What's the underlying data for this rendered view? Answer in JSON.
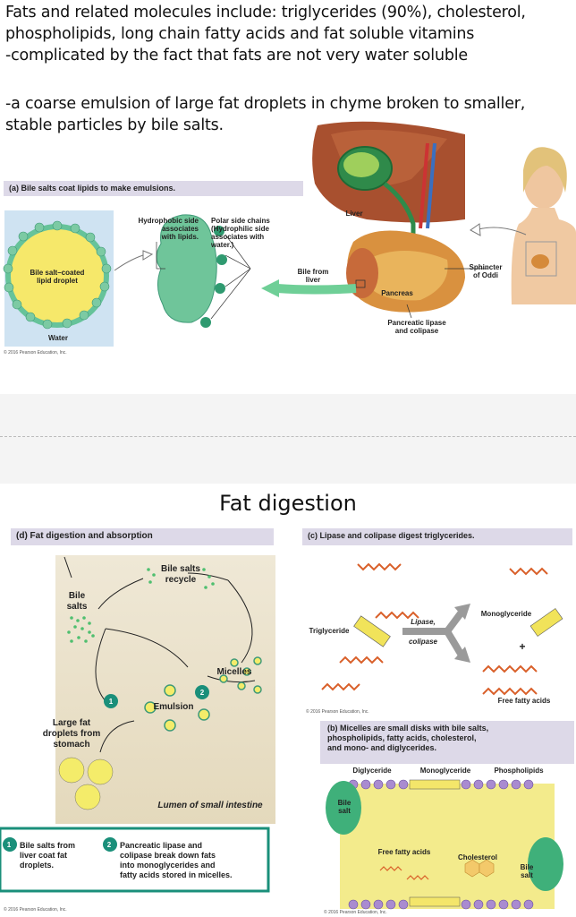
{
  "slide1": {
    "intro_line1": "Fats and related molecules include: triglycerides (90%), cholesterol,",
    "intro_line2": "phospholipids, long chain fatty acids and fat soluble vitamins",
    "intro_line3": "-complicated by the fact that fats are not very water soluble",
    "emul_line1": "-a coarse emulsion of large fat droplets in chyme broken to smaller,",
    "emul_line2": "stable particles by bile salts.",
    "panel_a_title": "(a) Bile salts coat lipids to make emulsions.",
    "droplet_label_1": "Bile salt–coated",
    "droplet_label_2": "lipid droplet",
    "water_label": "Water",
    "hydrophobic_1": "Hydrophobic side",
    "hydrophobic_2": "associates",
    "hydrophobic_3": "with lipids.",
    "polar_1": "Polar side chains",
    "polar_2": "(Hydrophilic side",
    "polar_3": "associates with",
    "polar_4": "water.)",
    "liver_label": "Liver",
    "bile_from_1": "Bile from",
    "bile_from_2": "liver",
    "pancreas_label": "Pancreas",
    "sphincter_1": "Sphincter",
    "sphincter_2": "of Oddi",
    "lipase_1": "Pancreatic lipase",
    "lipase_2": "and colipase",
    "copyright": "© 2016 Pearson Education, Inc."
  },
  "slide2": {
    "title": "Fat digestion",
    "panel_d_title": "(d) Fat digestion and absorption",
    "panel_c_title": "(c) Lipase and colipase digest triglycerides.",
    "bile_salts_1": "Bile",
    "bile_salts_2": "salts",
    "recycle_1": "Bile salts",
    "recycle_2": "recycle",
    "micelles": "Micelles",
    "emulsion": "Emulsion",
    "step1_num": "1",
    "step2_num": "2",
    "large_fat_1": "Large fat",
    "large_fat_2": "droplets from",
    "large_fat_3": "stomach",
    "lumen": "Lumen of small intestine",
    "legend1_1": "Bile salts from",
    "legend1_2": "liver coat fat",
    "legend1_3": "droplets.",
    "legend2_1": "Pancreatic lipase and",
    "legend2_2": "colipase break down fats",
    "legend2_3": "into monoglycerides and",
    "legend2_4": "fatty acids stored in micelles.",
    "copyright": "© 2016 Pearson Education, Inc.",
    "triglyceride": "Triglyceride",
    "lipase_word": "Lipase,",
    "colipase_word": "colipase",
    "monoglyceride": "Monoglyceride",
    "plus": "+",
    "free_fatty": "Free fatty acids",
    "panel_b_1": "(b) Micelles are small disks with bile salts,",
    "panel_b_2": "phospholipids, fatty acids, cholesterol,",
    "panel_b_3": "and mono- and diglycerides.",
    "diglyceride": "Diglyceride",
    "monoglyceride_b": "Monoglyceride",
    "phospholipids": "Phospholipids",
    "bile_salt_a_1": "Bile",
    "bile_salt_a_2": "salt",
    "free_fatty_b": "Free fatty acids",
    "cholesterol": "Cholesterol",
    "bile_salt_b_1": "Bile",
    "bile_salt_b_2": "salt"
  }
}
